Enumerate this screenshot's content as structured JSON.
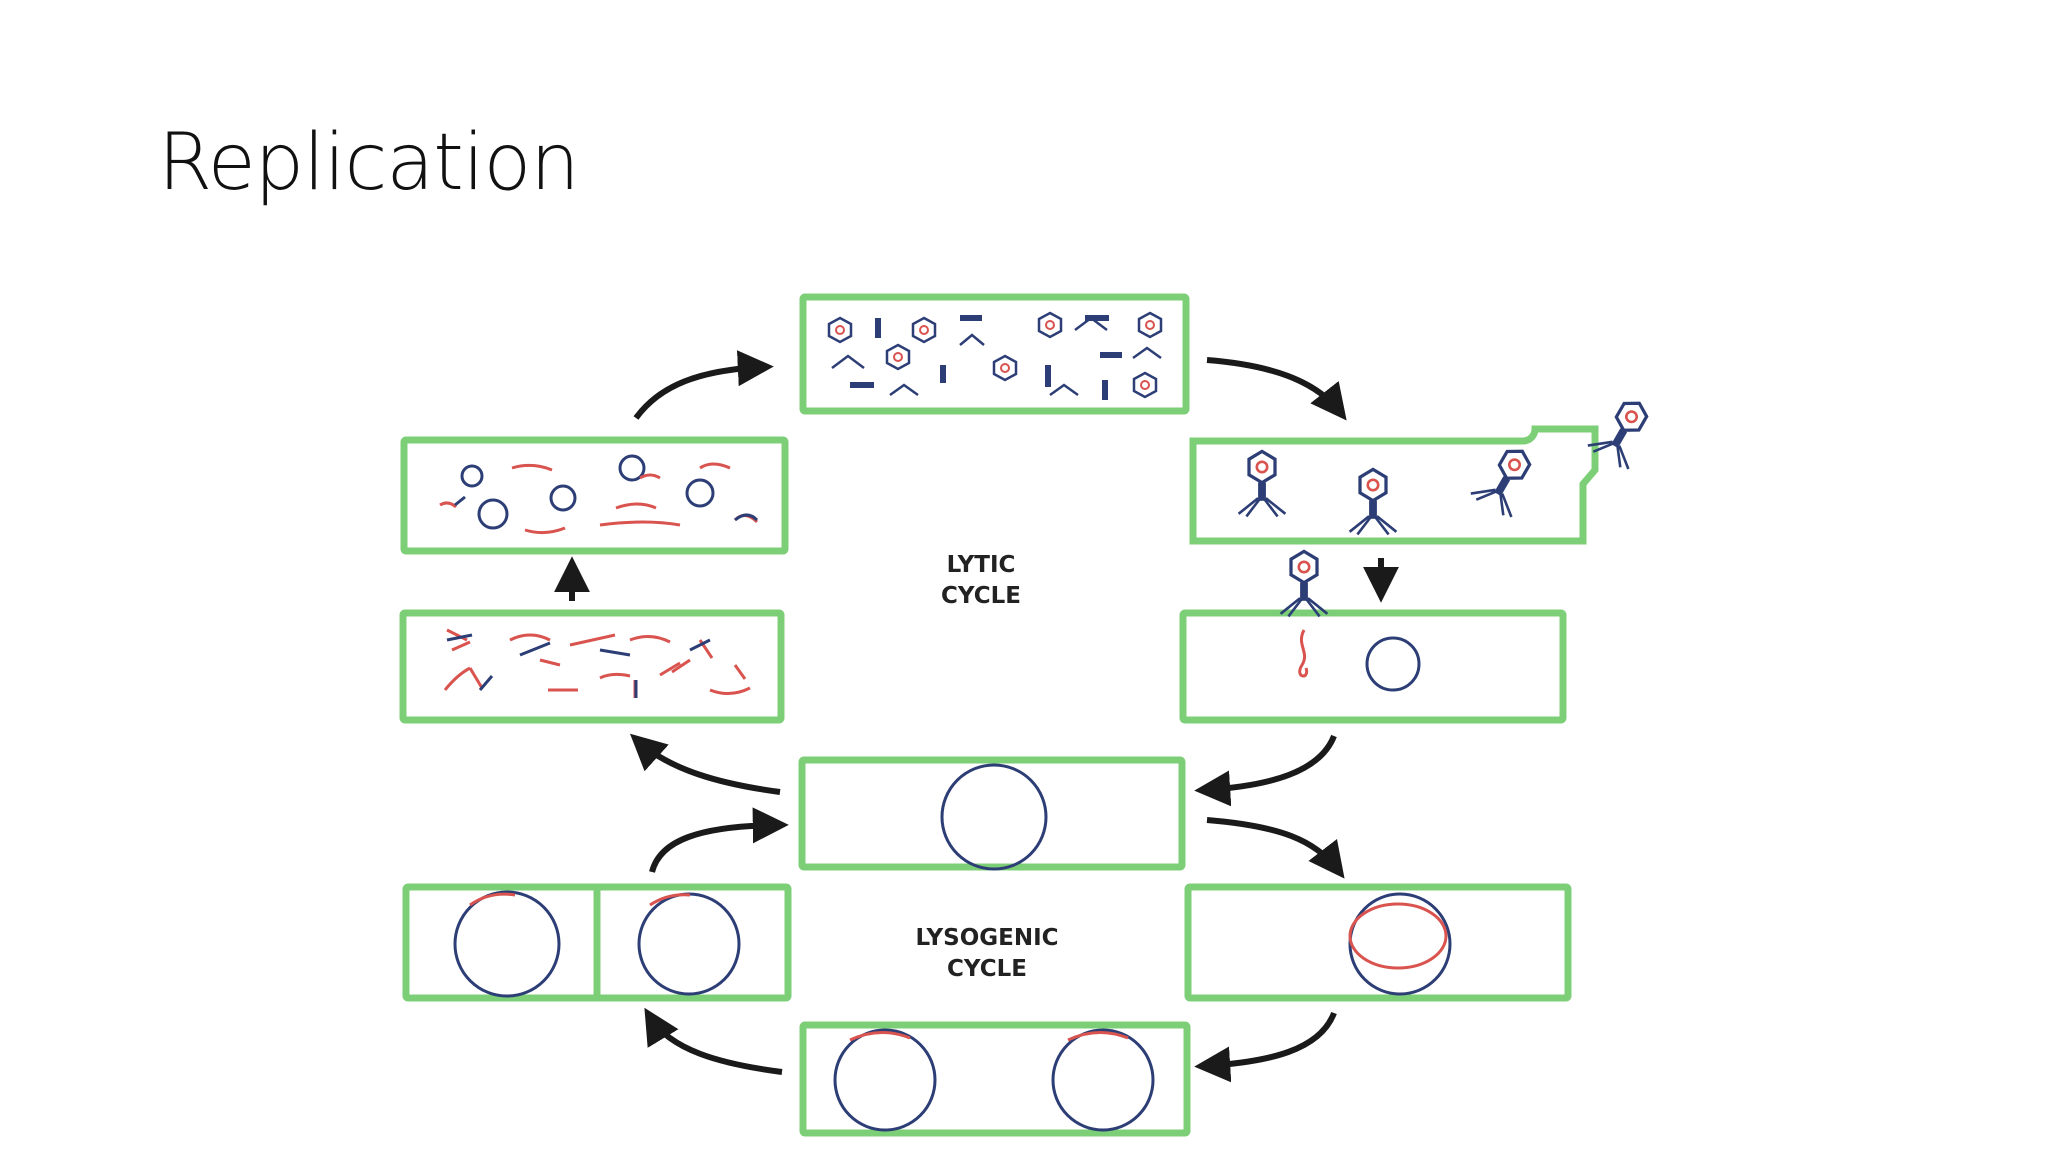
{
  "slide": {
    "title": "Replication"
  },
  "diagram": {
    "lytic_label_line1": "LYTIC",
    "lytic_label_line2": "CYCLE",
    "lysogenic_label_line1": "LYSOGENIC",
    "lysogenic_label_line2": "CYCLE",
    "colors": {
      "box_border": "#7ccf77",
      "arrow": "#1a1a1a",
      "dna_red": "#d9534f",
      "dna_blue": "#2c3e75"
    }
  }
}
